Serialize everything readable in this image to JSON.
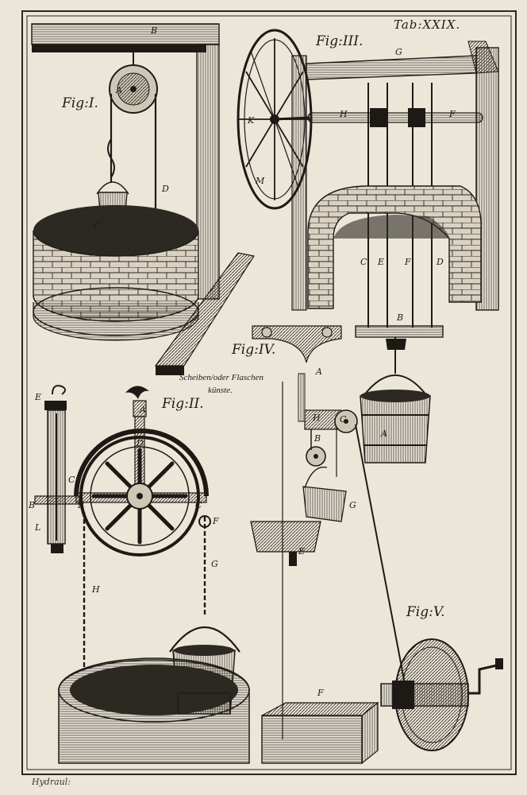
{
  "plate": {
    "tab_label": "Tab:XXIX.",
    "footer_left": "Hydraul:",
    "caption": [
      "Scheiben/oder Flaschen",
      "künste."
    ]
  },
  "figures": [
    {
      "id": "fig1",
      "label": "Fig:I.",
      "letters": [
        "B",
        "A",
        "C",
        "D"
      ]
    },
    {
      "id": "fig2",
      "label": "Fig:II.",
      "letters": [
        "E",
        "C",
        "A",
        "D",
        "B",
        "L",
        "B",
        "C",
        "F",
        "G",
        "H"
      ]
    },
    {
      "id": "fig3",
      "label": "Fig:III.",
      "letters": [
        "G",
        "K",
        "H",
        "F",
        "M",
        "C",
        "E",
        "F",
        "D",
        "B"
      ]
    },
    {
      "id": "fig4",
      "label": "Fig:IV.",
      "letters": [
        "A",
        "H",
        "C",
        "B",
        "G",
        "E",
        "A",
        "F"
      ]
    },
    {
      "id": "fig5",
      "label": "Fig:V."
    }
  ],
  "colors": {
    "paper": "#ece6d9",
    "ink": "#1d1a16"
  }
}
